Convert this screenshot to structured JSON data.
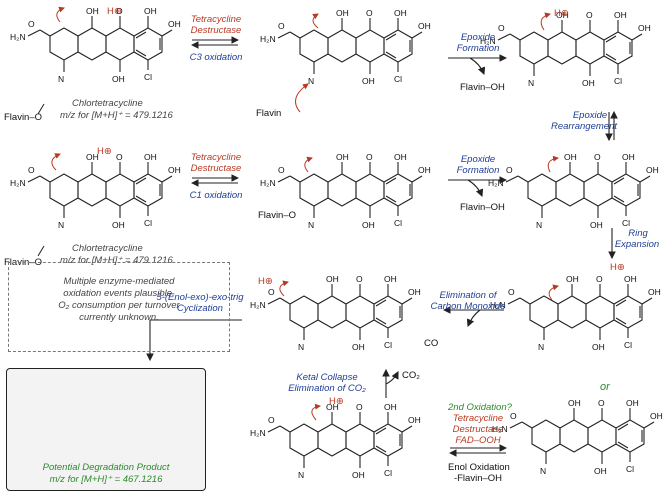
{
  "reagents": {
    "ctc_top_name": "Chlortetracycline",
    "ctc_top_mz": "m/z for [M+H]⁺ = 479.1216",
    "ctc_mid_name": "Chlortetracycline",
    "ctc_mid_mz": "m/z for [M+H]⁺ = 479.1216",
    "flavin_oo_1": "Flavin–O",
    "flavin_oo_2": "Flavin–O",
    "flavin_o_1": "Flavin",
    "flavin_o_2": "Flavin–O",
    "flavin_oh_1": "Flavin–OH",
    "flavin_oh_2": "Flavin–OH",
    "co": "CO",
    "co2": "CO₂"
  },
  "steps": {
    "s1_line1": "Tetracycline",
    "s1_line2": "Destructase",
    "s1_line3": "C3 oxidation",
    "s2_line1": "Epoxide",
    "s2_line2": "Formation",
    "s3_line1": "Epoxide",
    "s3_line2": "Rearrangement",
    "s4_line1": "Tetracycline",
    "s4_line2": "Destructase",
    "s4_line3": "C1 oxidation",
    "s5_line1": "Epoxide",
    "s5_line2": "Formation",
    "s6_line1": "Ring",
    "s6_line2": "Expansion",
    "s7_line1": "5-(Enol-exo)-exo-trig",
    "s7_line2": "Cyclization",
    "s8_line1": "Elimination of",
    "s8_line2": "Carbon Monoxide",
    "s9_line1": "Ketal Collapse",
    "s9_line2": "Elimination of CO₂",
    "s10_line1": "2nd Oxidation?",
    "s10_line2": "Tetracycline",
    "s10_line3": "Destructase",
    "s10_line4": "FAD–OOH",
    "s10_line5": "Enol Oxidation",
    "s10_line6": "-Flavin–OH",
    "or": "or"
  },
  "note": {
    "line1": "Multiple enzyme-mediated",
    "line2": "oxidation events plausible.",
    "line3": "O₂ consumption per turnover",
    "line4": "currently unknown."
  },
  "product": {
    "name": "Potential Degradation Product",
    "mz": "m/z for [M+H]⁺ = 467.1216"
  },
  "colors": {
    "red": "#b83a23",
    "blue": "#1f3f95",
    "green": "#2c8a2c",
    "box_bg": "#f3f3f3"
  }
}
